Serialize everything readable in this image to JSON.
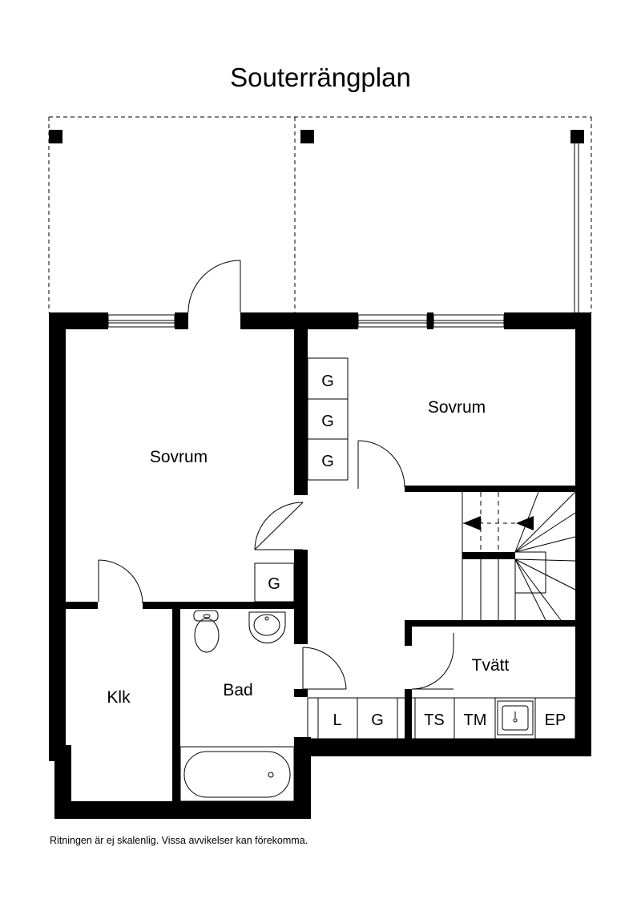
{
  "title": "Souterrängplan",
  "disclaimer": "Ritningen är ej skalenlig. Vissa avvikelser kan förekomma.",
  "rooms": {
    "bedroom_left": "Sovrum",
    "bedroom_right": "Sovrum",
    "closet": "Klk",
    "bathroom": "Bad",
    "laundry": "Tvätt"
  },
  "wardrobe_label": "G",
  "laundry_fixtures": {
    "linen": "L",
    "wardrobe": "G",
    "dryer": "TS",
    "washer": "TM",
    "panel": "EP"
  }
}
